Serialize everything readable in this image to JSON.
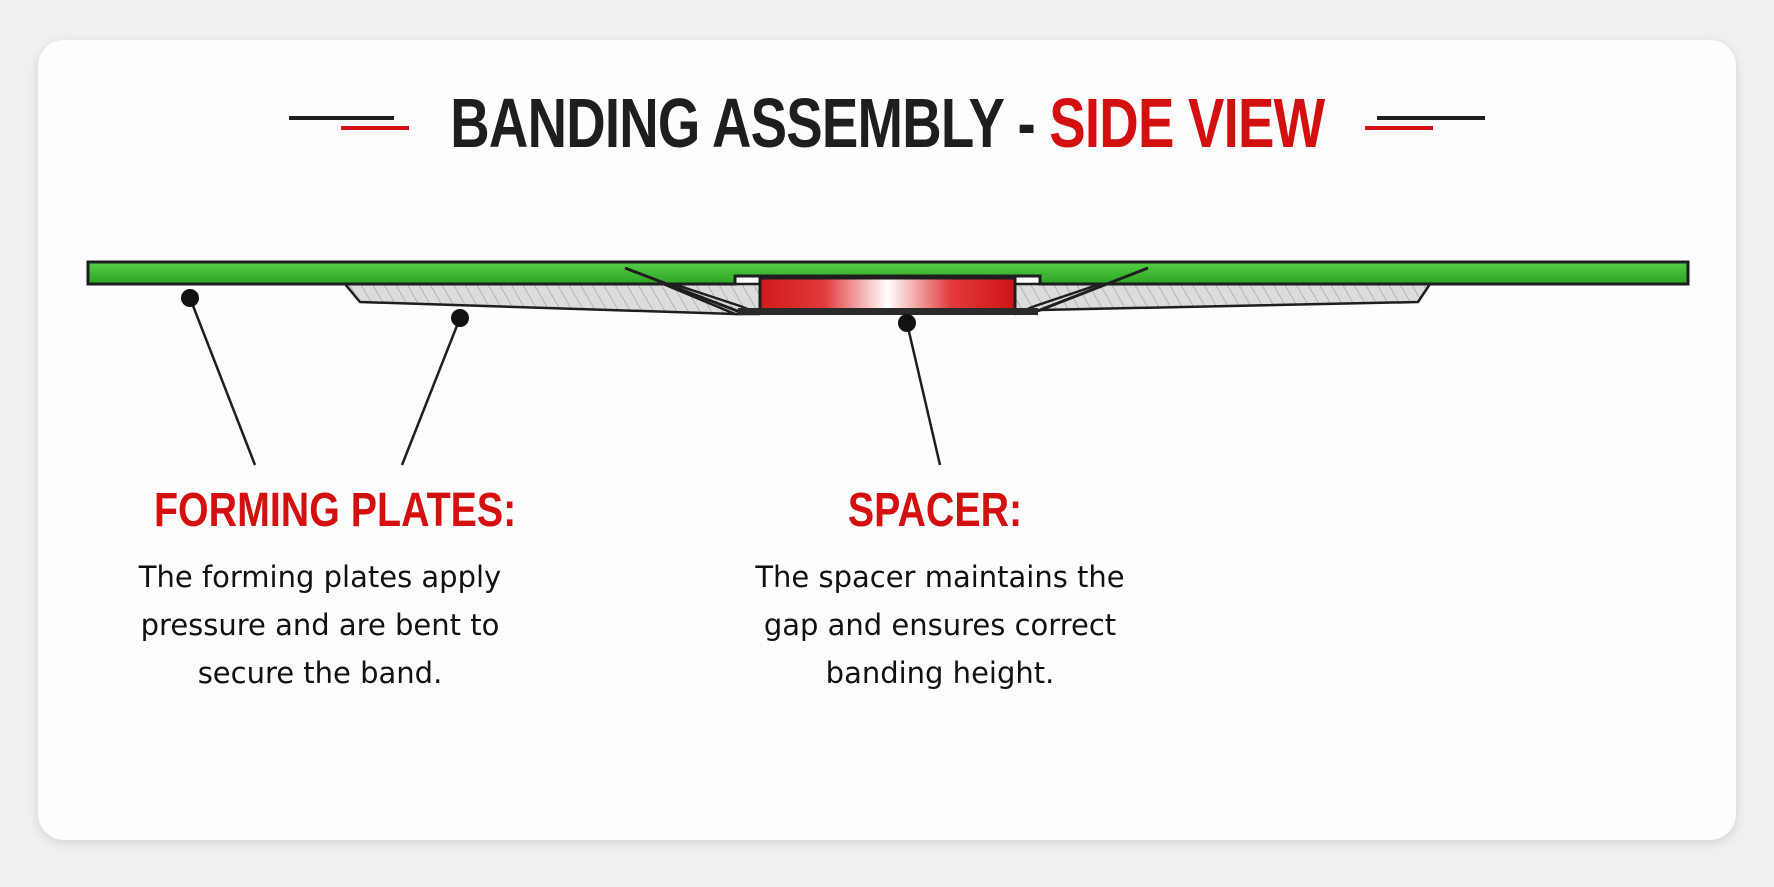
{
  "title": {
    "main": "BANDING ASSEMBLY - ",
    "accent": "SIDE VIEW"
  },
  "labels": {
    "forming_plates": {
      "title": "FORMING PLATES:",
      "desc": "The forming plates apply pressure and are bent to secure the band."
    },
    "spacer": {
      "title": "SPACER:",
      "desc": "The spacer maintains the gap and ensures correct banding height."
    }
  },
  "colors": {
    "accent": "#d40f0f",
    "band": "#33b52a",
    "text": "#1e1e1e"
  }
}
